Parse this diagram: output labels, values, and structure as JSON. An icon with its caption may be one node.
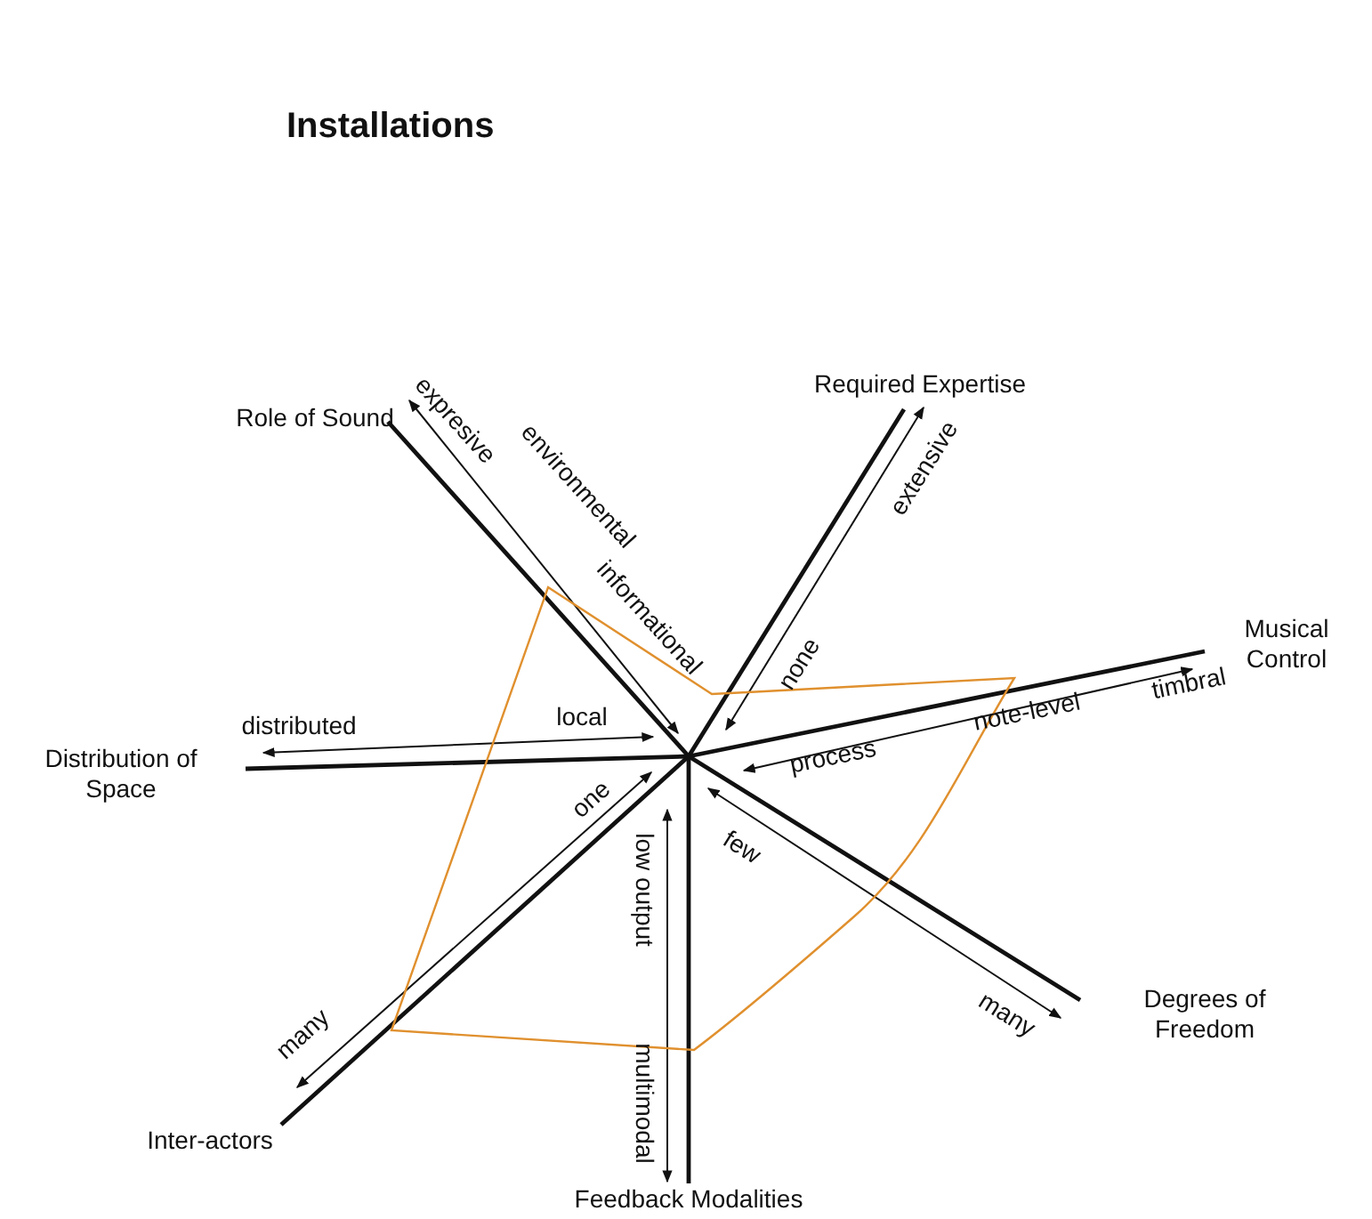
{
  "diagram": {
    "title": "Installations",
    "labels": [
      "Role of Sound",
      "expresive",
      "environmental",
      "informational",
      "Required Expertise",
      "extensive",
      "none",
      "Musical Control",
      "timbral",
      "note-level",
      "process",
      "Distribution of Space",
      "distributed",
      "local",
      "Inter-actors",
      "many",
      "one",
      "Feedback Modalities",
      "low output",
      "multimodal",
      "Degrees of Freedom",
      "few",
      "many"
    ]
  }
}
